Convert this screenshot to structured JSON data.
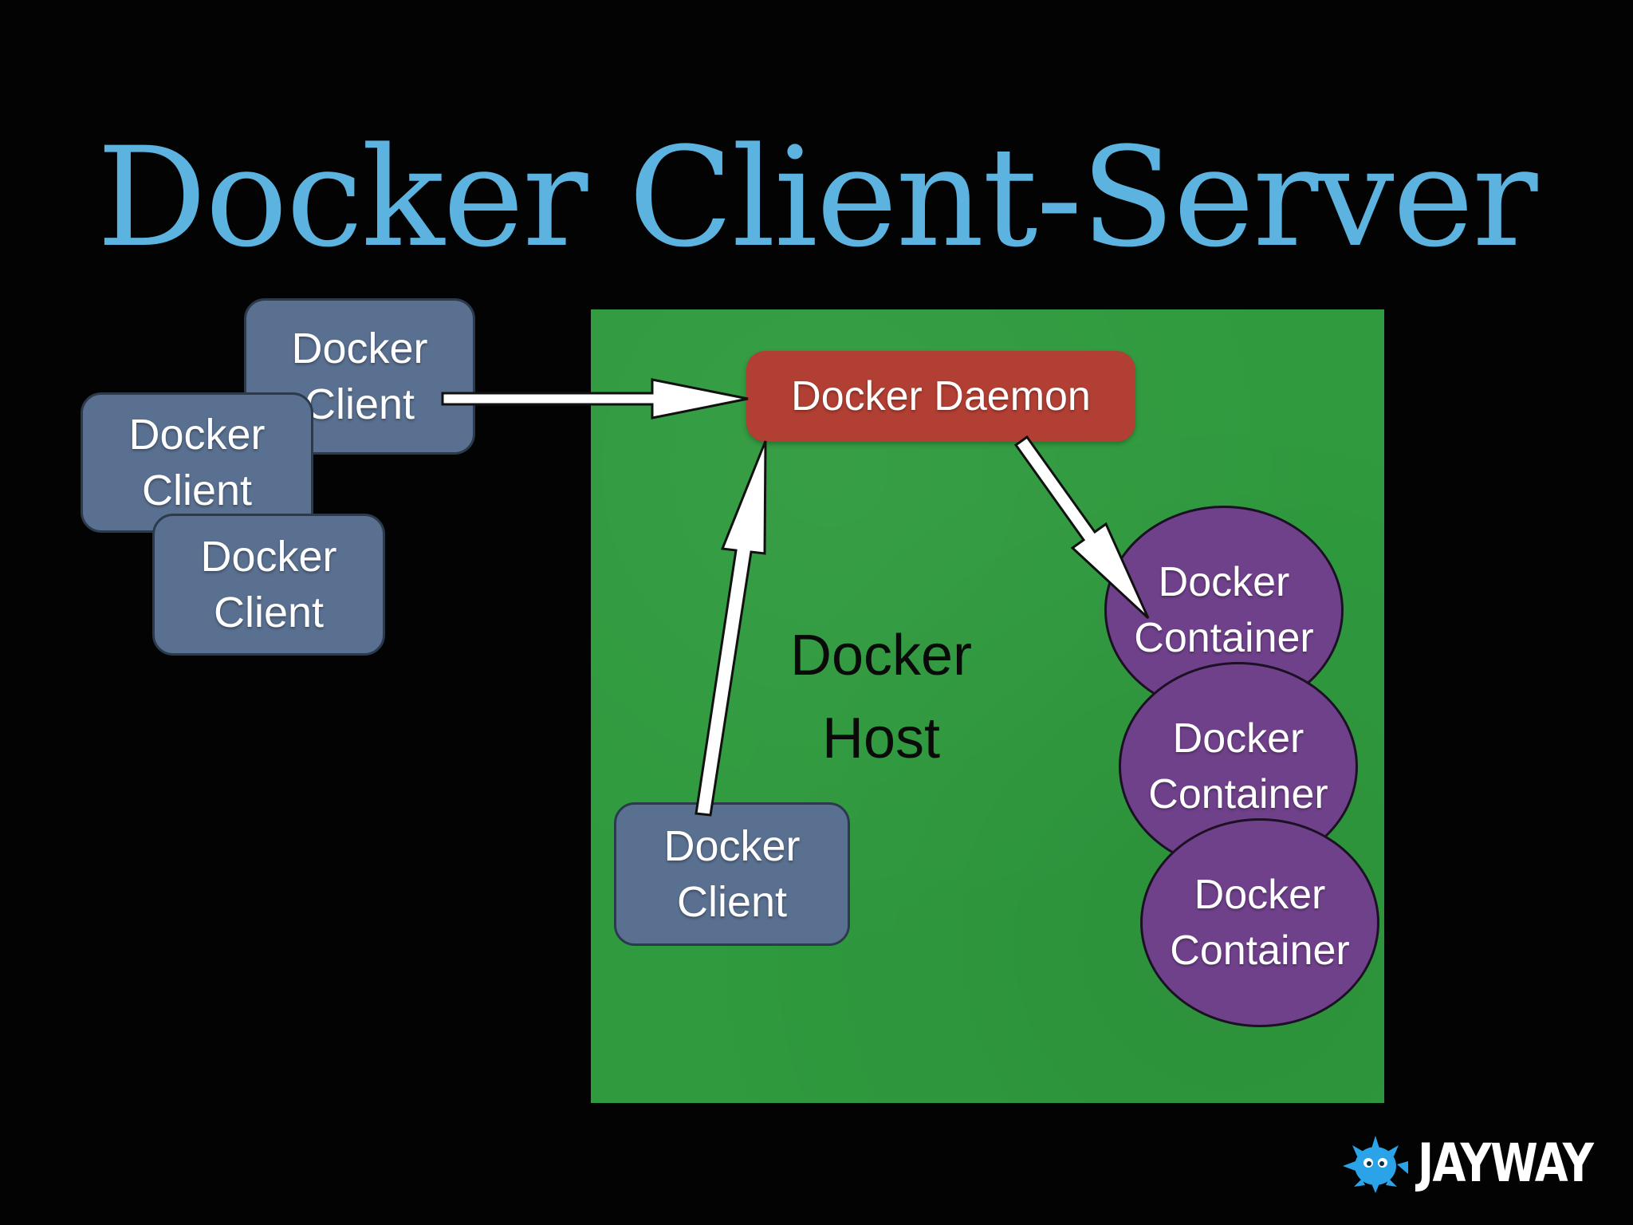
{
  "slide": {
    "title": "Docker Client-Server"
  },
  "diagram": {
    "host_label_line1": "Docker",
    "host_label_line2": "Host",
    "daemon_label": "Docker Daemon",
    "remote_clients": [
      {
        "line1": "Docker",
        "line2": "Client"
      },
      {
        "line1": "Docker",
        "line2": "Client"
      },
      {
        "line1": "Docker",
        "line2": "Client"
      }
    ],
    "local_client": {
      "line1": "Docker",
      "line2": "Client"
    },
    "containers": [
      {
        "line1": "Docker",
        "line2": "Container"
      },
      {
        "line1": "Docker",
        "line2": "Container"
      },
      {
        "line1": "Docker",
        "line2": "Container"
      }
    ]
  },
  "branding": {
    "logo_text": "JAYWAY",
    "logo_icon": "jayway-mascot-icon"
  },
  "colors": {
    "title": "#5db3e0",
    "host": "#2f9a3e",
    "client": "#5a7090",
    "daemon": "#b13f33",
    "container": "#70418b",
    "logo_icon": "#2aa3e8"
  }
}
